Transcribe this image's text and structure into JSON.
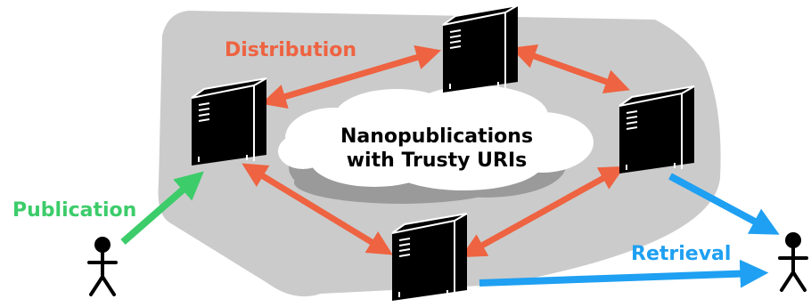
{
  "cloud_text": {
    "line1": "Nanopublications",
    "line2": "with Trusty URIs"
  },
  "labels": {
    "distribution": "Distribution",
    "publication": "Publication",
    "retrieval": "Retrieval"
  },
  "colors": {
    "distribution": "#ee6341",
    "publication": "#3ccc6a",
    "retrieval": "#1fa0f2",
    "network_area": "#cbcbcb",
    "cloud_fill": "#ffffff",
    "cloud_shadow": "#9a9a9a",
    "server": "#000000"
  },
  "icons": {
    "server": "server-icon",
    "person": "person-icon"
  }
}
